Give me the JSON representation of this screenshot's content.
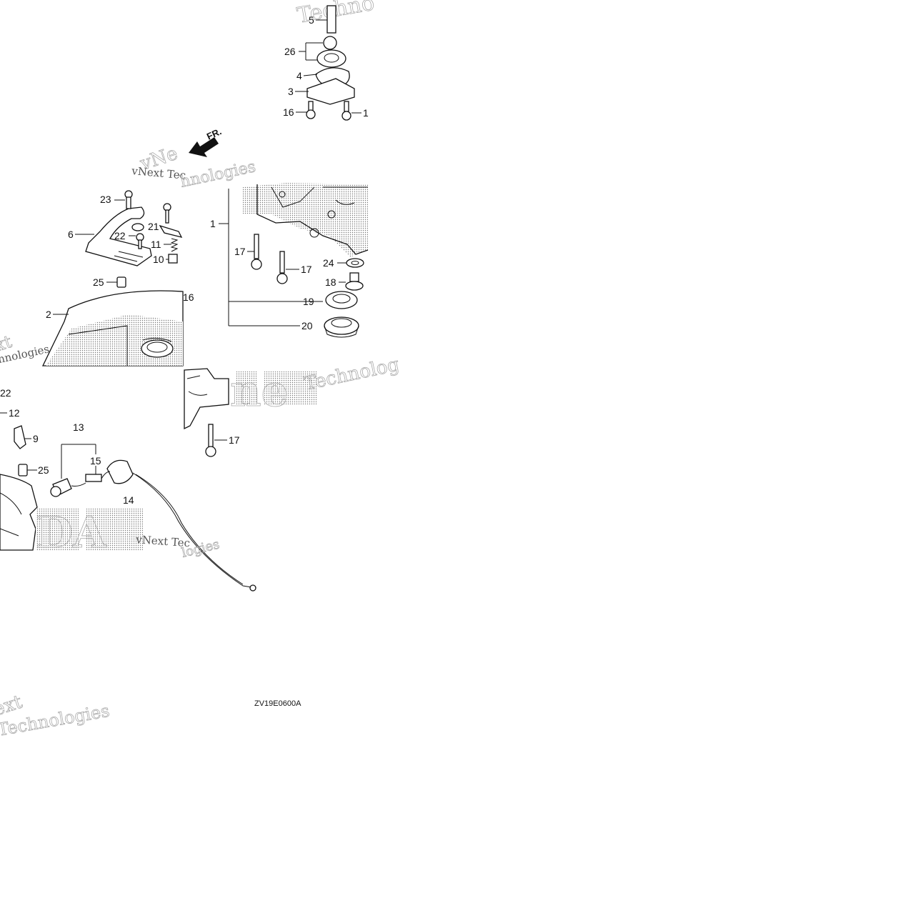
{
  "diagram": {
    "code": "ZV19E0600A",
    "direction_label": "FR.",
    "watermarks": {
      "brand_fragment": "vNext Tec",
      "word_technologies": "Technologies",
      "word_technolog": "Technolog",
      "word_techno": "Techno",
      "word_chnologies": "chnologies",
      "word_next": "xt",
      "word_vne": "vNe",
      "word_logies": "logies",
      "word_nologies": "hnologies",
      "brand_full": "vNext Tec",
      "word_ext": "ext",
      "honda_fragment": "DA",
      "ne_fragment": "ne"
    },
    "callouts": [
      {
        "id": "c5",
        "text": "5"
      },
      {
        "id": "c26",
        "text": "26"
      },
      {
        "id": "c4",
        "text": "4"
      },
      {
        "id": "c3",
        "text": "3"
      },
      {
        "id": "c16a",
        "text": "16"
      },
      {
        "id": "c16b",
        "text": "1"
      },
      {
        "id": "c23",
        "text": "23"
      },
      {
        "id": "c6",
        "text": "6"
      },
      {
        "id": "c21",
        "text": "21"
      },
      {
        "id": "c22a",
        "text": "22"
      },
      {
        "id": "c11",
        "text": "11"
      },
      {
        "id": "c10",
        "text": "10"
      },
      {
        "id": "c25a",
        "text": "25"
      },
      {
        "id": "c16c",
        "text": "16"
      },
      {
        "id": "c2",
        "text": "2"
      },
      {
        "id": "c1",
        "text": "1"
      },
      {
        "id": "c17a",
        "text": "17"
      },
      {
        "id": "c17b",
        "text": "17"
      },
      {
        "id": "c24",
        "text": "24"
      },
      {
        "id": "c18",
        "text": "18"
      },
      {
        "id": "c19",
        "text": "19"
      },
      {
        "id": "c20",
        "text": "20"
      },
      {
        "id": "c22b",
        "text": "22"
      },
      {
        "id": "c12",
        "text": "12"
      },
      {
        "id": "c9",
        "text": "9"
      },
      {
        "id": "c13",
        "text": "13"
      },
      {
        "id": "c15",
        "text": "15"
      },
      {
        "id": "c25b",
        "text": "25"
      },
      {
        "id": "c14",
        "text": "14"
      },
      {
        "id": "c17c",
        "text": "17"
      }
    ]
  }
}
